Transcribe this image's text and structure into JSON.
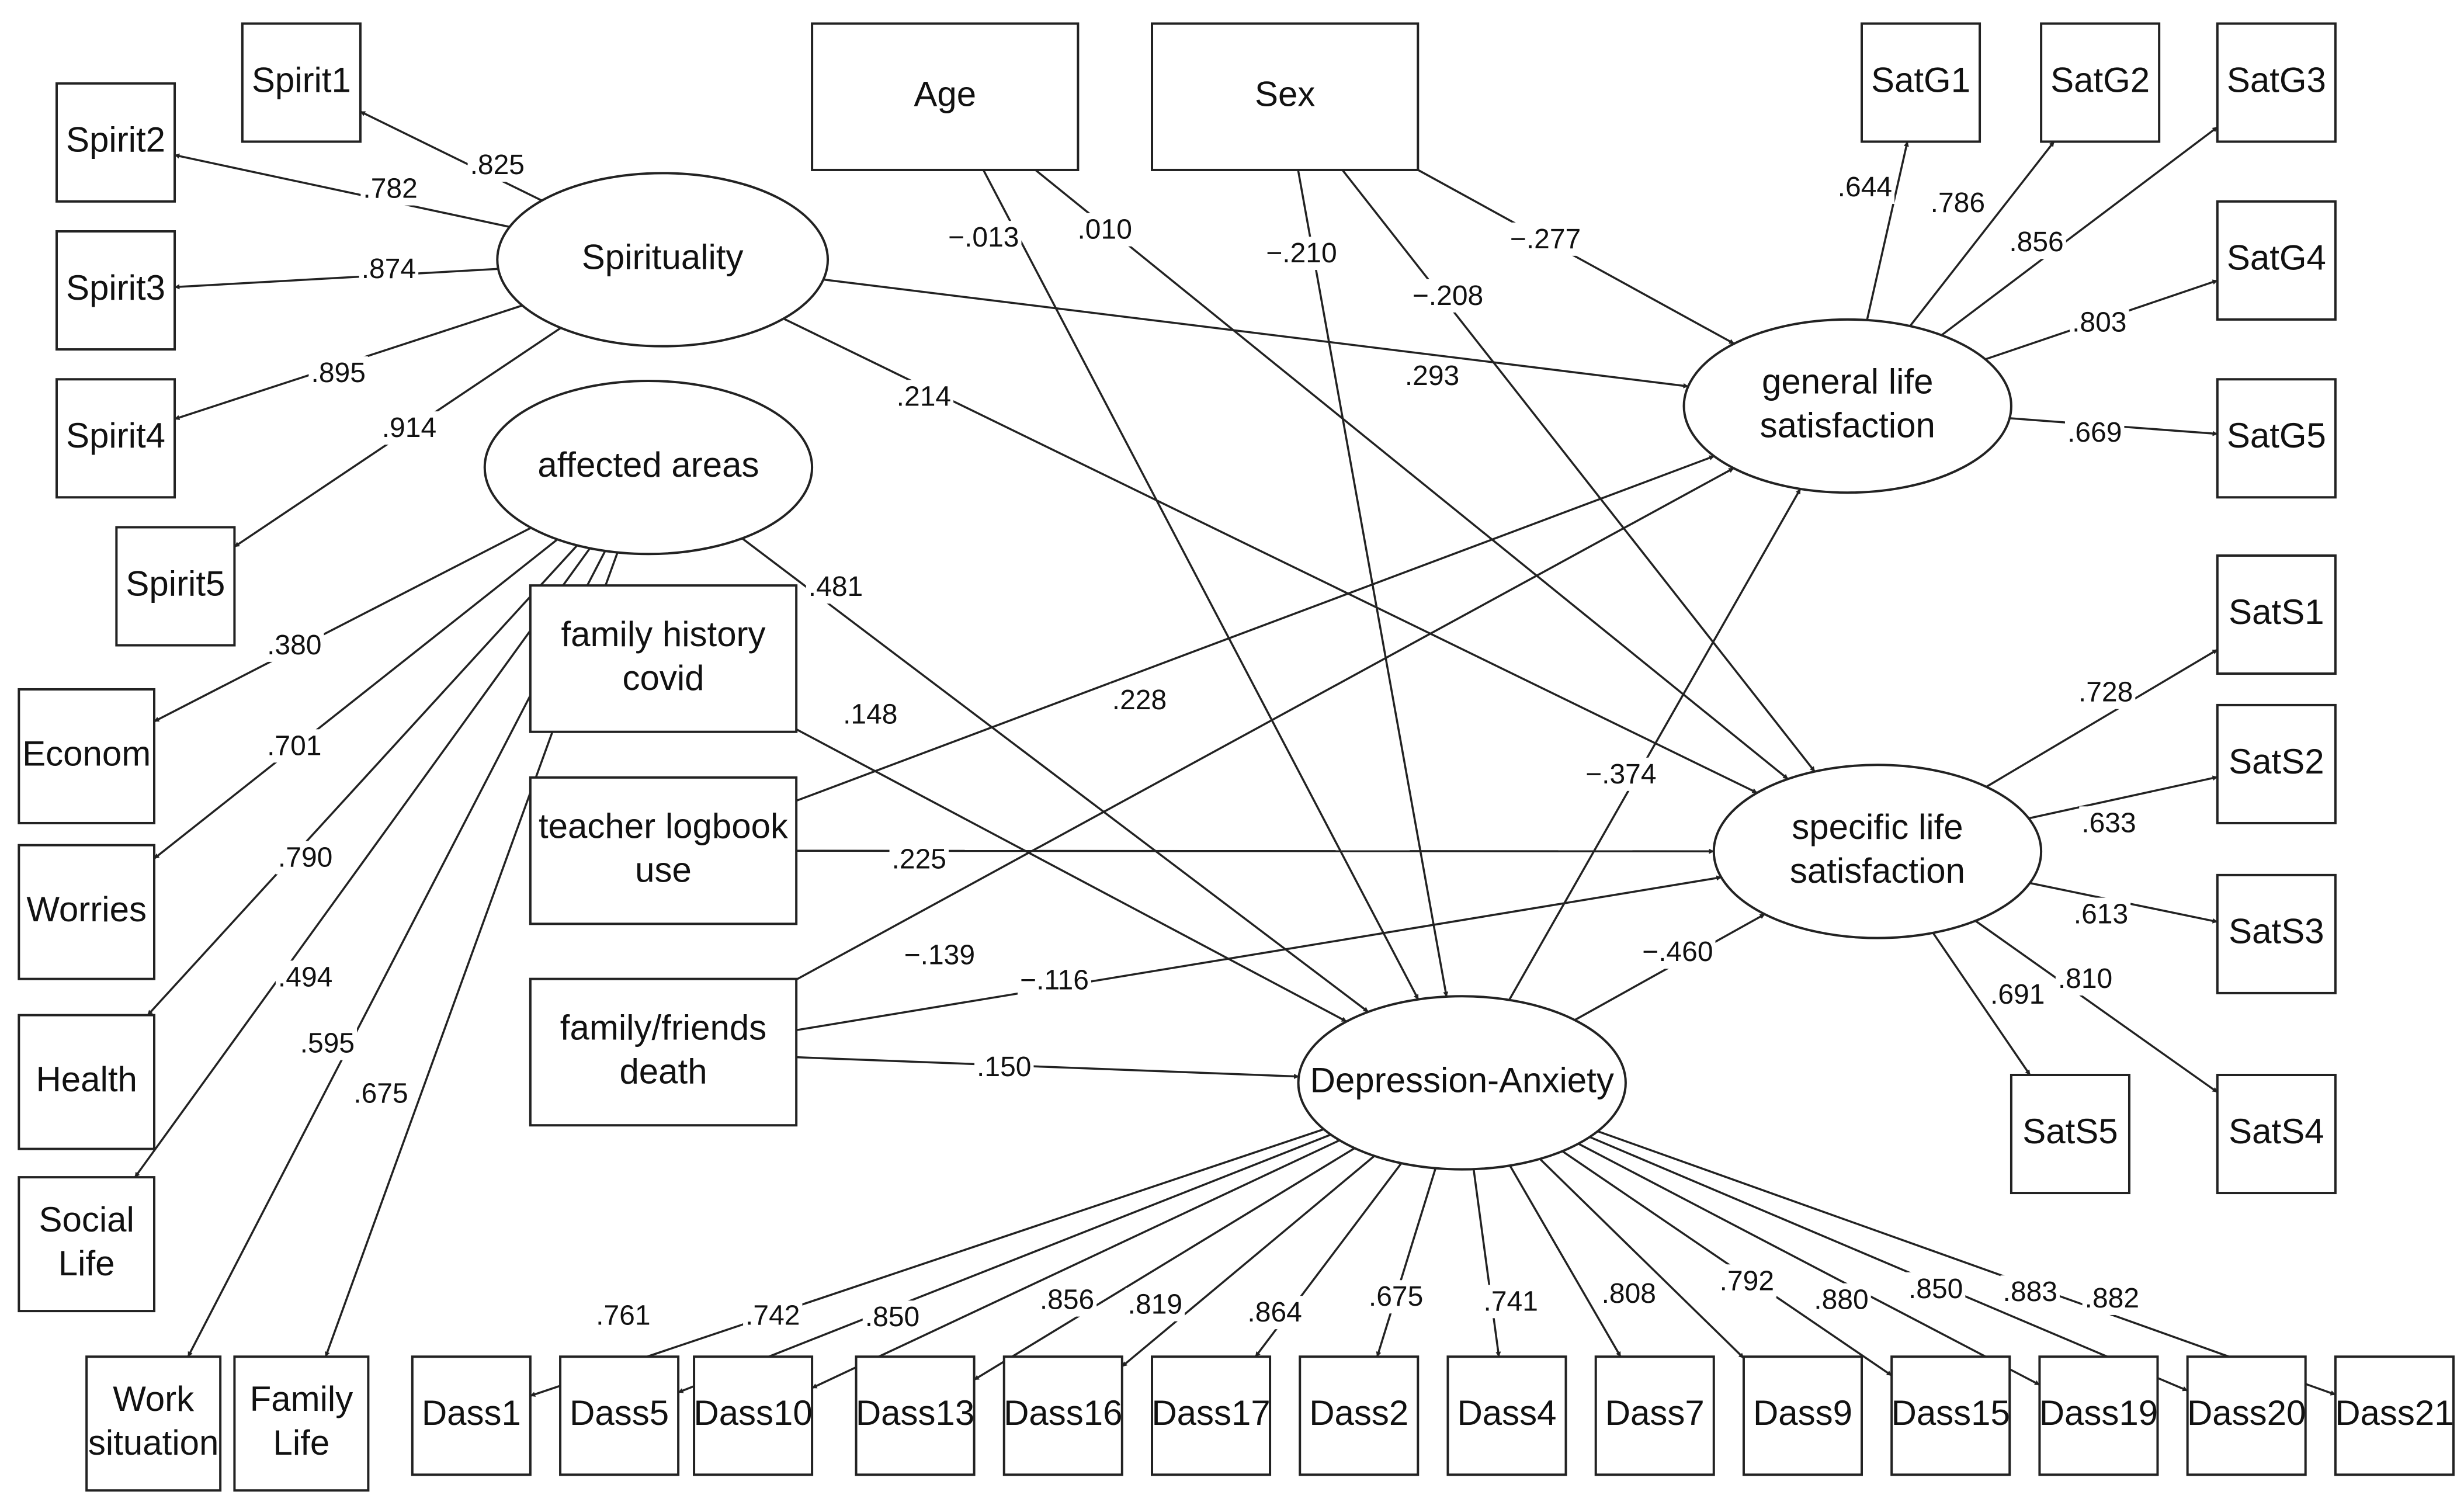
{
  "nodes": {
    "spirit1": {
      "label": [
        "Spirit1"
      ],
      "kind": "box"
    },
    "spirit2": {
      "label": [
        "Spirit2"
      ],
      "kind": "box"
    },
    "spirit3": {
      "label": [
        "Spirit3"
      ],
      "kind": "box"
    },
    "spirit4": {
      "label": [
        "Spirit4"
      ],
      "kind": "box"
    },
    "spirit5": {
      "label": [
        "Spirit5"
      ],
      "kind": "box"
    },
    "spirituality": {
      "label": [
        "Spirituality"
      ],
      "kind": "ellipse"
    },
    "affected": {
      "label": [
        "affected areas"
      ],
      "kind": "ellipse"
    },
    "econom": {
      "label": [
        "Econom"
      ],
      "kind": "box"
    },
    "worries": {
      "label": [
        "Worries"
      ],
      "kind": "box"
    },
    "health": {
      "label": [
        "Health"
      ],
      "kind": "box"
    },
    "social": {
      "label": [
        "Social",
        "Life"
      ],
      "kind": "box"
    },
    "work": {
      "label": [
        "Work",
        "situation"
      ],
      "kind": "box"
    },
    "family": {
      "label": [
        "Family",
        "Life"
      ],
      "kind": "box"
    },
    "age": {
      "label": [
        "Age"
      ],
      "kind": "box"
    },
    "sex": {
      "label": [
        "Sex"
      ],
      "kind": "box"
    },
    "famhist": {
      "label": [
        "family history",
        "covid"
      ],
      "kind": "box"
    },
    "teacher": {
      "label": [
        "teacher logbook",
        "use"
      ],
      "kind": "box"
    },
    "famdeath": {
      "label": [
        "family/friends",
        "death"
      ],
      "kind": "box"
    },
    "gls": {
      "label": [
        "general life",
        "satisfaction"
      ],
      "kind": "ellipse"
    },
    "sls": {
      "label": [
        "specific life",
        "satisfaction"
      ],
      "kind": "ellipse"
    },
    "da": {
      "label": [
        "Depression-Anxiety"
      ],
      "kind": "ellipse"
    },
    "satg1": {
      "label": [
        "SatG1"
      ],
      "kind": "box"
    },
    "satg2": {
      "label": [
        "SatG2"
      ],
      "kind": "box"
    },
    "satg3": {
      "label": [
        "SatG3"
      ],
      "kind": "box"
    },
    "satg4": {
      "label": [
        "SatG4"
      ],
      "kind": "box"
    },
    "satg5": {
      "label": [
        "SatG5"
      ],
      "kind": "box"
    },
    "sats1": {
      "label": [
        "SatS1"
      ],
      "kind": "box"
    },
    "sats2": {
      "label": [
        "SatS2"
      ],
      "kind": "box"
    },
    "sats3": {
      "label": [
        "SatS3"
      ],
      "kind": "box"
    },
    "sats4": {
      "label": [
        "SatS4"
      ],
      "kind": "box"
    },
    "sats5": {
      "label": [
        "SatS5"
      ],
      "kind": "box"
    },
    "dass1": {
      "label": [
        "Dass1"
      ],
      "kind": "box"
    },
    "dass5": {
      "label": [
        "Dass5"
      ],
      "kind": "box"
    },
    "dass10": {
      "label": [
        "Dass10"
      ],
      "kind": "box"
    },
    "dass13": {
      "label": [
        "Dass13"
      ],
      "kind": "box"
    },
    "dass16": {
      "label": [
        "Dass16"
      ],
      "kind": "box"
    },
    "dass17": {
      "label": [
        "Dass17"
      ],
      "kind": "box"
    },
    "dass2": {
      "label": [
        "Dass2"
      ],
      "kind": "box"
    },
    "dass4": {
      "label": [
        "Dass4"
      ],
      "kind": "box"
    },
    "dass7": {
      "label": [
        "Dass7"
      ],
      "kind": "box"
    },
    "dass9": {
      "label": [
        "Dass9"
      ],
      "kind": "box"
    },
    "dass15": {
      "label": [
        "Dass15"
      ],
      "kind": "box"
    },
    "dass19": {
      "label": [
        "Dass19"
      ],
      "kind": "box"
    },
    "dass20": {
      "label": [
        "Dass20"
      ],
      "kind": "box"
    },
    "dass21": {
      "label": [
        "Dass21"
      ],
      "kind": "box"
    }
  },
  "paths": [
    {
      "from": "spirituality",
      "to": "spirit1",
      "coef": ".825"
    },
    {
      "from": "spirituality",
      "to": "spirit2",
      "coef": ".782"
    },
    {
      "from": "spirituality",
      "to": "spirit3",
      "coef": ".874"
    },
    {
      "from": "spirituality",
      "to": "spirit4",
      "coef": ".895"
    },
    {
      "from": "spirituality",
      "to": "spirit5",
      "coef": ".914"
    },
    {
      "from": "affected",
      "to": "econom",
      "coef": ".380"
    },
    {
      "from": "affected",
      "to": "worries",
      "coef": ".701"
    },
    {
      "from": "affected",
      "to": "health",
      "coef": ".790"
    },
    {
      "from": "affected",
      "to": "social",
      "coef": ".494"
    },
    {
      "from": "affected",
      "to": "work",
      "coef": ".595"
    },
    {
      "from": "affected",
      "to": "family",
      "coef": ".675"
    },
    {
      "from": "age",
      "to": "da",
      "coef": "−.013"
    },
    {
      "from": "age",
      "to": "sls",
      "coef": ".010"
    },
    {
      "from": "sex",
      "to": "da",
      "coef": "−.210"
    },
    {
      "from": "sex",
      "to": "sls",
      "coef": "−.208"
    },
    {
      "from": "sex",
      "to": "gls",
      "coef": "−.277"
    },
    {
      "from": "spirituality",
      "to": "gls",
      "coef": ".293"
    },
    {
      "from": "spirituality",
      "to": "sls",
      "coef": ".214"
    },
    {
      "from": "affected",
      "to": "da",
      "coef": ".481"
    },
    {
      "from": "famhist",
      "to": "da",
      "coef": ".148"
    },
    {
      "from": "teacher",
      "to": "gls",
      "coef": ".228"
    },
    {
      "from": "teacher",
      "to": "sls",
      "coef": ".225"
    },
    {
      "from": "famdeath",
      "to": "gls",
      "coef": "−.139"
    },
    {
      "from": "famdeath",
      "to": "sls",
      "coef": "−.116"
    },
    {
      "from": "famdeath",
      "to": "da",
      "coef": ".150"
    },
    {
      "from": "da",
      "to": "gls",
      "coef": "−.374"
    },
    {
      "from": "da",
      "to": "sls",
      "coef": "−.460"
    },
    {
      "from": "gls",
      "to": "satg1",
      "coef": ".644"
    },
    {
      "from": "gls",
      "to": "satg2",
      "coef": ".786"
    },
    {
      "from": "gls",
      "to": "satg3",
      "coef": ".856"
    },
    {
      "from": "gls",
      "to": "satg4",
      "coef": ".803"
    },
    {
      "from": "gls",
      "to": "satg5",
      "coef": ".669"
    },
    {
      "from": "sls",
      "to": "sats1",
      "coef": ".728"
    },
    {
      "from": "sls",
      "to": "sats2",
      "coef": ".633"
    },
    {
      "from": "sls",
      "to": "sats3",
      "coef": ".613"
    },
    {
      "from": "sls",
      "to": "sats4",
      "coef": ".810"
    },
    {
      "from": "sls",
      "to": "sats5",
      "coef": ".691"
    },
    {
      "from": "da",
      "to": "dass1",
      "coef": ".761"
    },
    {
      "from": "da",
      "to": "dass5",
      "coef": ".742"
    },
    {
      "from": "da",
      "to": "dass10",
      "coef": ".850"
    },
    {
      "from": "da",
      "to": "dass13",
      "coef": ".856"
    },
    {
      "from": "da",
      "to": "dass16",
      "coef": ".819"
    },
    {
      "from": "da",
      "to": "dass17",
      "coef": ".864"
    },
    {
      "from": "da",
      "to": "dass2",
      "coef": ".675"
    },
    {
      "from": "da",
      "to": "dass4",
      "coef": ".741"
    },
    {
      "from": "da",
      "to": "dass7",
      "coef": ".808"
    },
    {
      "from": "da",
      "to": "dass9",
      "coef": ".792"
    },
    {
      "from": "da",
      "to": "dass15",
      "coef": ".880"
    },
    {
      "from": "da",
      "to": "dass19",
      "coef": ".850"
    },
    {
      "from": "da",
      "to": "dass20",
      "coef": ".883"
    },
    {
      "from": "da",
      "to": "dass21",
      "coef": ".882"
    }
  ]
}
